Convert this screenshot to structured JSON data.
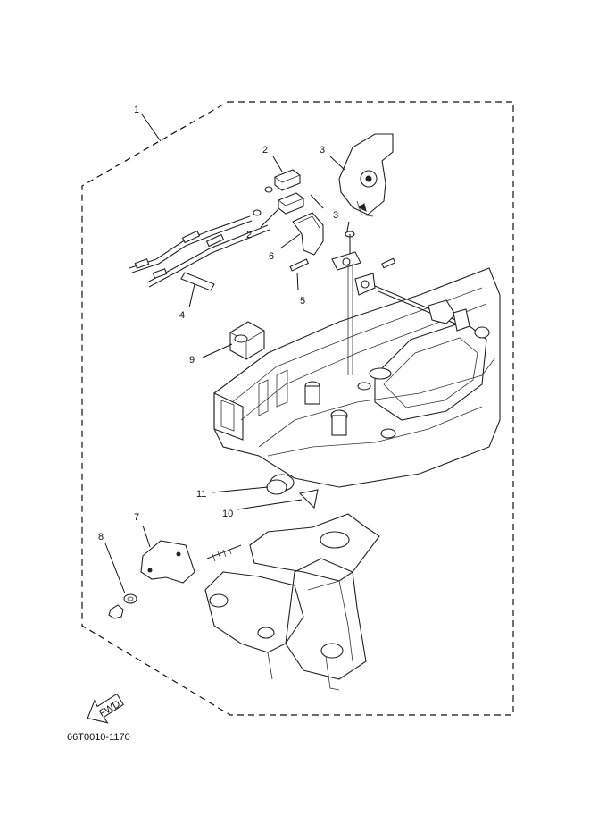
{
  "callouts": {
    "c1": "1",
    "c2a": "2",
    "c2b": "2",
    "c3a": "3",
    "c3b": "3",
    "c4": "4",
    "c5": "5",
    "c6": "6",
    "c7": "7",
    "c8": "8",
    "c9": "9",
    "c10": "10",
    "c11": "11"
  },
  "fwd_label": "FWD",
  "diagram_code": "66T0010-1170"
}
